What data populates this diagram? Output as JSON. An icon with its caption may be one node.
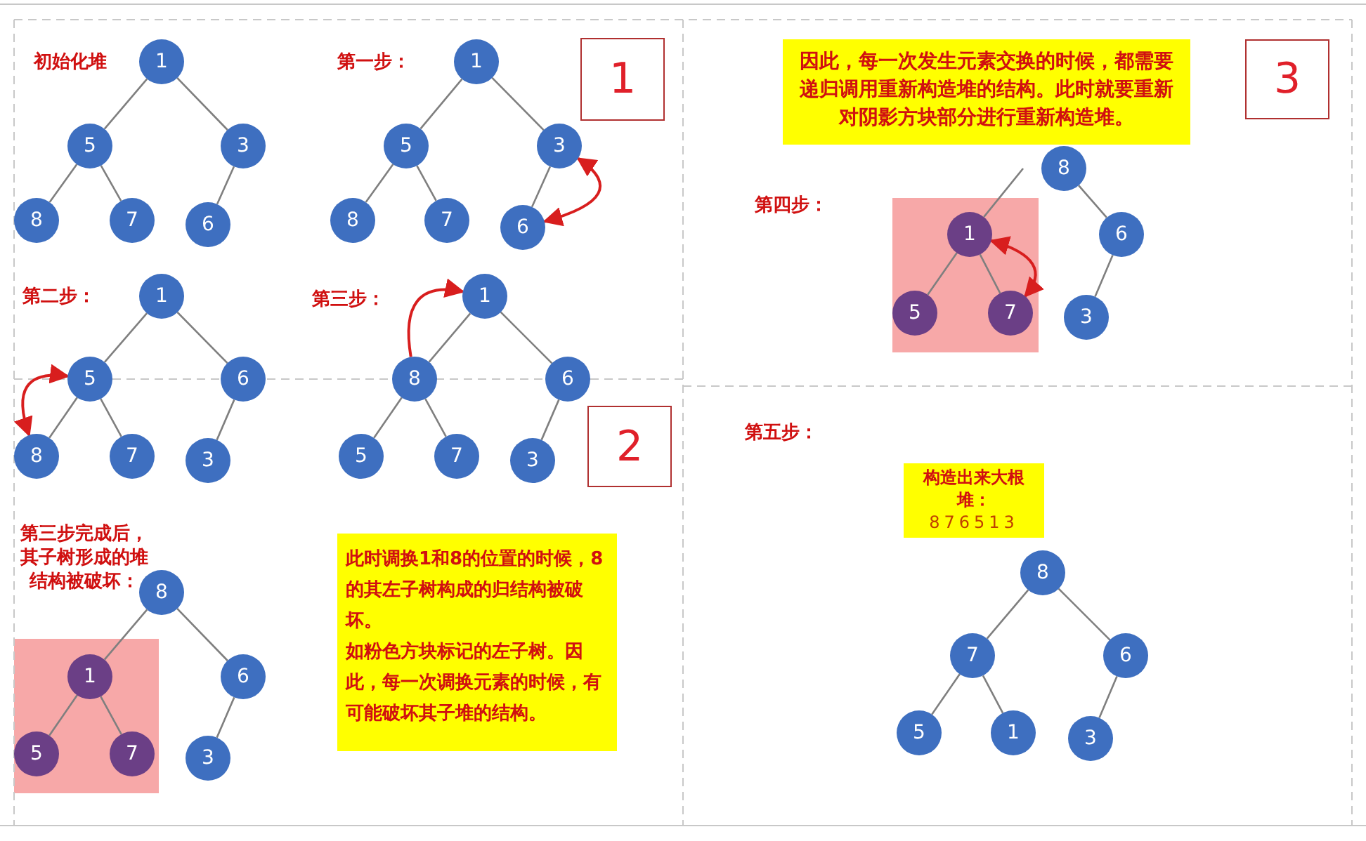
{
  "diagram": {
    "nodes": [
      {
        "text": [
          "1"
        ]
      },
      {
        "text": [
          "1"
        ]
      },
      {
        "text": [
          "5"
        ]
      },
      {
        "text": [
          "3"
        ]
      },
      {
        "text": [
          "8"
        ]
      },
      {
        "text": [
          "7"
        ]
      },
      {
        "text": [
          "6"
        ]
      },
      {
        "text": [
          "1"
        ]
      },
      {
        "text": [
          "5"
        ]
      },
      {
        "text": [
          "3"
        ]
      },
      {
        "text": [
          "8"
        ]
      },
      {
        "text": [
          "7"
        ]
      },
      {
        "text": [
          "6"
        ]
      },
      {
        "text": [
          "1"
        ]
      },
      {
        "text": [
          "5"
        ]
      },
      {
        "text": [
          "6"
        ]
      },
      {
        "text": [
          "8"
        ]
      },
      {
        "text": [
          "7"
        ]
      },
      {
        "text": [
          "3"
        ]
      },
      {
        "text": [
          "1"
        ]
      },
      {
        "text": [
          "8"
        ]
      },
      {
        "text": [
          "6"
        ]
      },
      {
        "text": [
          "5"
        ]
      },
      {
        "text": [
          "7"
        ]
      },
      {
        "text": [
          "3"
        ]
      },
      {
        "text": [
          "2"
        ]
      },
      {
        "text": [
          "8"
        ]
      },
      {
        "text": [],
        "shape": "box"
      },
      {
        "text": [
          "1"
        ],
        "in": 27
      },
      {
        "text": [
          "6"
        ]
      },
      {
        "text": [
          "5"
        ],
        "in": 27
      },
      {
        "text": [
          "7"
        ],
        "in": 27
      },
      {
        "text": [
          "3"
        ]
      },
      {
        "text": [
          "此时调换1和8的位置的时候，8的其左子树构成的归结构被破坏。",
          "如粉色方块标记的左子树。因此，每一次调换元素的时候，有可能破坏其子堆的结构。"
        ]
      },
      {
        "text": [
          "因此，每一次发生元素交换的时候，都需要递归调用重新构造堆的结构。此时就要重新对阴影方块部分进行重新构造堆。"
        ]
      },
      {
        "text": [
          "3"
        ]
      },
      {
        "text": [
          "8"
        ]
      },
      {
        "text": [],
        "shape": "box"
      },
      {
        "text": [
          "1"
        ],
        "in": 37
      },
      {
        "text": [
          "6"
        ]
      },
      {
        "text": [
          "5"
        ],
        "in": 37
      },
      {
        "text": [
          "7"
        ],
        "in": 37
      },
      {
        "text": [
          "3"
        ]
      },
      {
        "text": [
          "构造出来大根堆：",
          "876513"
        ]
      },
      {
        "text": [
          "8"
        ]
      },
      {
        "text": [
          "7"
        ]
      },
      {
        "text": [
          "6"
        ]
      },
      {
        "text": [
          "5"
        ]
      },
      {
        "text": [
          "1"
        ]
      },
      {
        "text": [
          "3"
        ]
      }
    ],
    "edges": [
      {
        "from": 1,
        "to": 2,
        "arrow": "none"
      },
      {
        "from": 1,
        "to": 3,
        "arrow": "none"
      },
      {
        "from": 2,
        "to": 4,
        "arrow": "none"
      },
      {
        "from": 2,
        "to": 5,
        "arrow": "none"
      },
      {
        "from": 3,
        "to": 6,
        "arrow": "none"
      },
      {
        "from": 7,
        "to": 8,
        "arrow": "none"
      },
      {
        "from": 7,
        "to": 9,
        "arrow": "none"
      },
      {
        "from": 8,
        "to": 10,
        "arrow": "none"
      },
      {
        "from": 8,
        "to": 11,
        "arrow": "none"
      },
      {
        "from": 9,
        "to": 12,
        "arrow": "none"
      },
      {
        "from": 9,
        "to": 12,
        "arrow": "both",
        "color": "#d81e1e"
      },
      {
        "from": 13,
        "to": 14,
        "arrow": "none"
      },
      {
        "from": 13,
        "to": 15,
        "arrow": "none"
      },
      {
        "from": 14,
        "to": 16,
        "arrow": "none"
      },
      {
        "from": 14,
        "to": 17,
        "arrow": "none"
      },
      {
        "from": 15,
        "to": 18,
        "arrow": "none"
      },
      {
        "from": 14,
        "to": 16,
        "arrow": "both",
        "color": "#d81e1e"
      },
      {
        "from": 19,
        "to": 20,
        "arrow": "none"
      },
      {
        "from": 19,
        "to": 21,
        "arrow": "none"
      },
      {
        "from": 20,
        "to": 22,
        "arrow": "none"
      },
      {
        "from": 20,
        "to": 23,
        "arrow": "none"
      },
      {
        "from": 21,
        "to": 24,
        "arrow": "none"
      },
      {
        "from": 20,
        "to": 19,
        "arrow": "to",
        "color": "#d81e1e"
      },
      {
        "from": 26,
        "to": 28,
        "arrow": "none"
      },
      {
        "from": 26,
        "to": 29,
        "arrow": "none"
      },
      {
        "from": 28,
        "to": 30,
        "arrow": "none"
      },
      {
        "from": 28,
        "to": 31,
        "arrow": "none"
      },
      {
        "from": 29,
        "to": 32,
        "arrow": "none"
      },
      {
        "from": 38,
        "to": null,
        "arrow": "none"
      },
      {
        "from": 36,
        "to": 39,
        "arrow": "none"
      },
      {
        "from": 38,
        "to": 40,
        "arrow": "none"
      },
      {
        "from": 38,
        "to": 41,
        "arrow": "none"
      },
      {
        "from": 39,
        "to": 42,
        "arrow": "none"
      },
      {
        "from": 38,
        "to": 41,
        "arrow": "both",
        "color": "#d81e1e"
      },
      {
        "from": 44,
        "to": 45,
        "arrow": "none"
      },
      {
        "from": 44,
        "to": 46,
        "arrow": "none"
      },
      {
        "from": 45,
        "to": 47,
        "arrow": "none"
      },
      {
        "from": 45,
        "to": 48,
        "arrow": "none"
      },
      {
        "from": 46,
        "to": 49,
        "arrow": "none"
      }
    ],
    "labels": [
      "初始化堆",
      "第一步：",
      "第二步：",
      "第三步：",
      "第三步完成后，其子树形成的堆结构被破坏：",
      "第四步：",
      "第五步："
    ]
  }
}
